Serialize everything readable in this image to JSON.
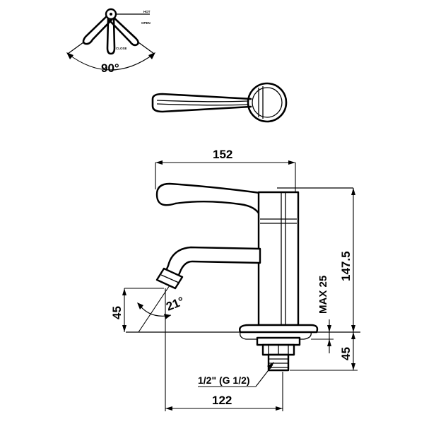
{
  "diagram": {
    "handle_rotation": {
      "angle": "90°",
      "open_label": "OPEN",
      "close_label": "CLOSE",
      "hot_label": "HOT"
    },
    "dimensions": {
      "overall_width": "152",
      "overall_height": "147.5",
      "spout_reach": "122",
      "spout_height": "45",
      "under_mount_length": "45",
      "max_counter_thickness": "MAX 25",
      "spout_angle": "21°",
      "thread_size": "1/2\" (G 1/2)"
    }
  }
}
